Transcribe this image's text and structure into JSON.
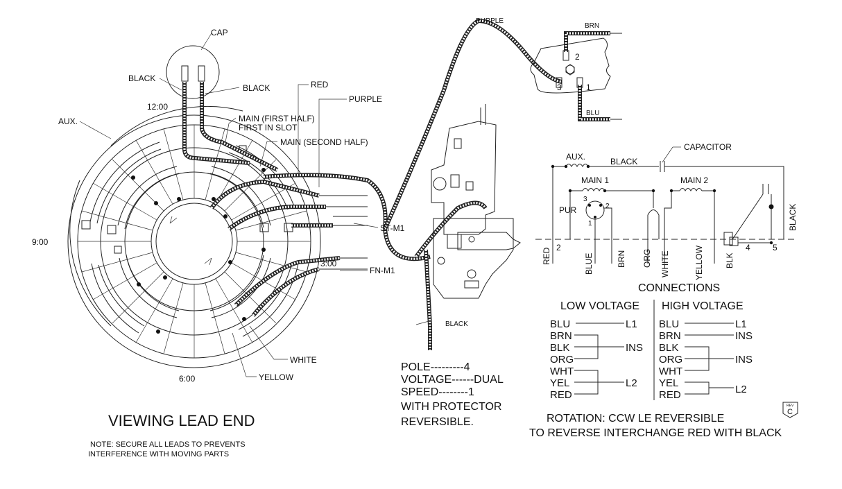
{
  "motor": {
    "cap": "CAP",
    "black_left": "BLACK",
    "black_right": "BLACK",
    "red": "RED",
    "purple": "PURPLE",
    "aux": "AUX.",
    "main_first": "MAIN (FIRST HALF)",
    "first_in_slot": "FIRST IN SLOT",
    "main_second": "MAIN (SECOND HALF)",
    "clock_12": "12:00",
    "clock_9": "9:00",
    "clock_3": "3:00",
    "clock_6": "6:00",
    "st_m1": "ST-M1",
    "fn_m1": "FN-M1",
    "white": "WHITE",
    "yellow": "YELLOW",
    "title": "VIEWING LEAD END",
    "note_1": "NOTE: SECURE ALL LEADS TO PREVENTS",
    "note_2": "INTERFERENCE WITH MOVING PARTS"
  },
  "board": {
    "purple": "PURPLE",
    "brn": "BRN",
    "blu": "BLU",
    "t2": "2",
    "t3": "3",
    "t1": "1",
    "black": "BLACK"
  },
  "specs": {
    "pole": "POLE---------4",
    "voltage": "VOLTAGE------DUAL",
    "speed": "SPEED--------1",
    "protector": "WITH PROTECTOR",
    "reversible": "REVERSIBLE."
  },
  "schematic": {
    "aux": "AUX.",
    "black": "BLACK",
    "capacitor": "CAPACITOR",
    "main1": "MAIN 1",
    "main2": "MAIN 2",
    "pur": "PUR",
    "n3": "3",
    "n2": "2",
    "n1": "1",
    "black_right": "BLACK",
    "leads": [
      "RED",
      "BLUE",
      "BRN",
      "ORG",
      "WHITE",
      "YELLOW",
      "BLK"
    ],
    "term2": "2",
    "term4": "4",
    "term5": "5",
    "connections": "CONNECTIONS"
  },
  "connections": {
    "low_title": "LOW VOLTAGE",
    "high_title": "HIGH VOLTAGE",
    "low": [
      "BLU",
      "BRN",
      "BLK",
      "ORG",
      "WHT",
      "YEL",
      "RED"
    ],
    "low_outs": [
      "L1",
      "INS",
      "L2"
    ],
    "high": [
      "BLU",
      "BRN",
      "BLK",
      "ORG",
      "WHT",
      "YEL",
      "RED"
    ],
    "high_outs": [
      "L1",
      "INS",
      "INS",
      "L2"
    ]
  },
  "rotation": {
    "line1": "ROTATION: CCW LE REVERSIBLE",
    "line2": "TO REVERSE INTERCHANGE RED WITH BLACK",
    "rev_label": "REV",
    "rev_value": "C"
  }
}
